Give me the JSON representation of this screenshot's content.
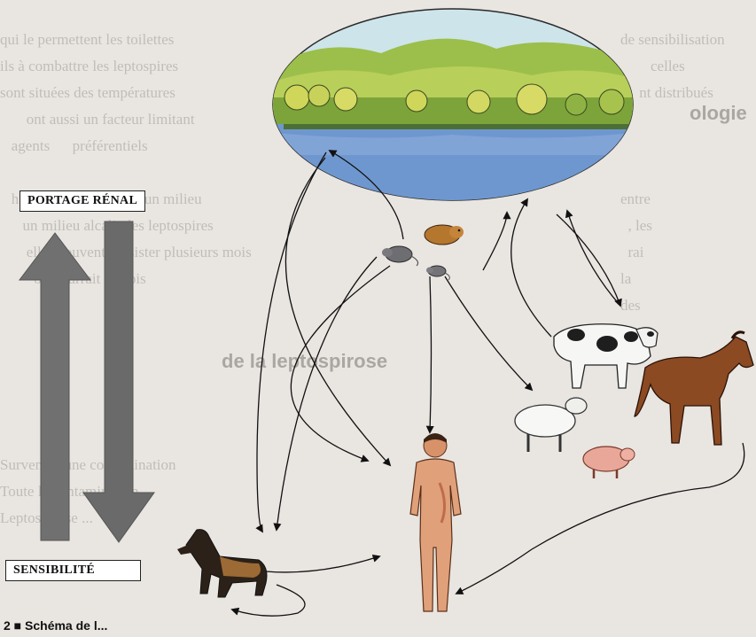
{
  "labels": {
    "portage": "PORTAGE RÉNAL",
    "sensibilite": "SENSIBILITÉ"
  },
  "caption": "2 ■ Schéma de l...",
  "background_text": {
    "left_head": "de la leptospirose",
    "right_head": "ologie"
  },
  "nodes": [
    "lake-landscape",
    "hamster",
    "rat",
    "mouse",
    "cow",
    "horse",
    "sheep",
    "pig",
    "dog",
    "human"
  ],
  "colors": {
    "arrow_grey": "#6a6a6a",
    "sky": "#cfe3e8",
    "water": "#6f97cf"
  }
}
